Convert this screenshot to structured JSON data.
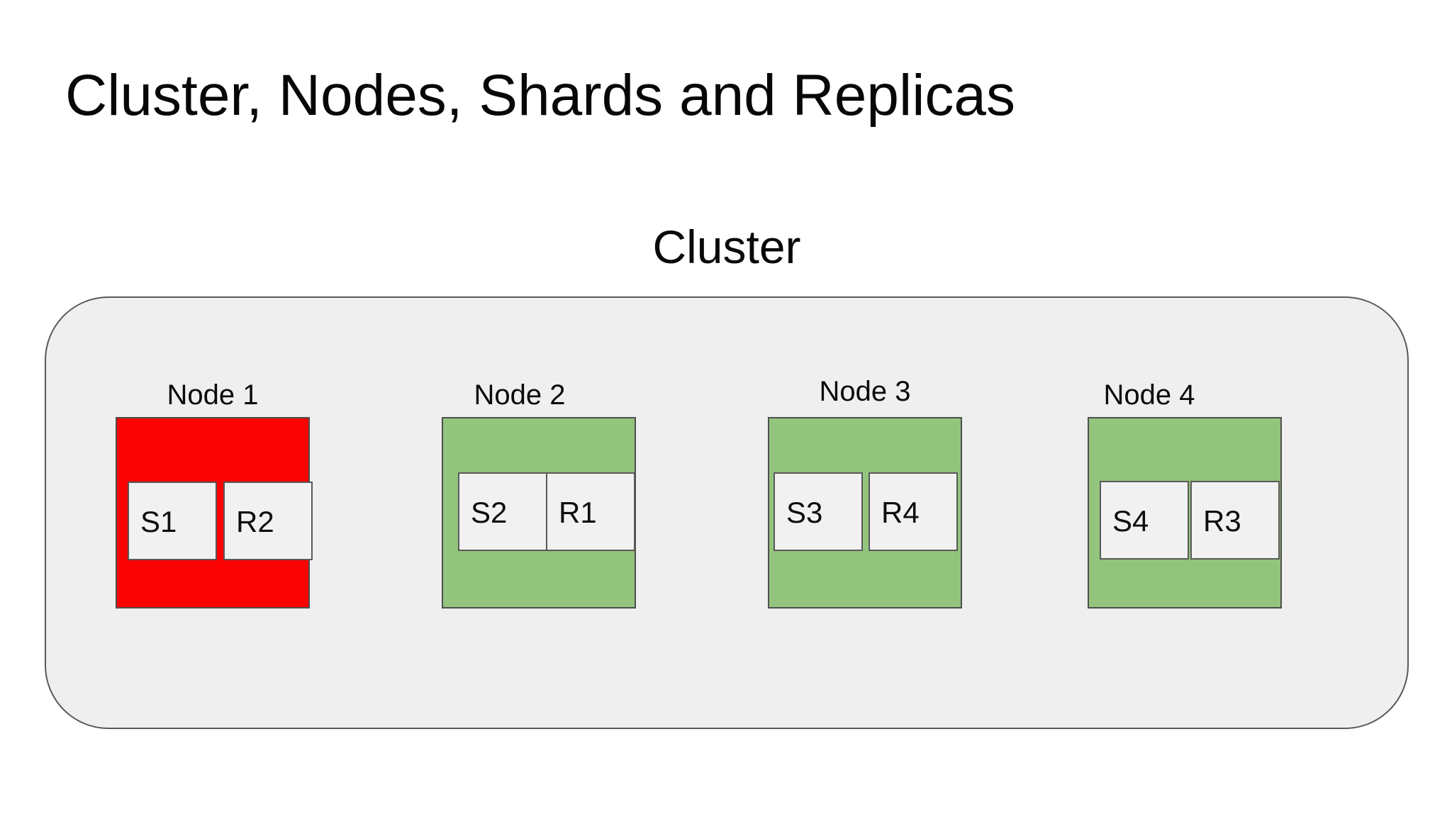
{
  "slide": {
    "title": "Cluster, Nodes, Shards and Replicas"
  },
  "cluster": {
    "label": "Cluster",
    "fill": "#efefef",
    "border_color": "#595959",
    "tile_fill": "#f1f1f1",
    "tile_border_color": "#595959",
    "nodes": [
      {
        "label": "Node 1",
        "fill": "#fb0303",
        "shard": "S1",
        "replica": "R2"
      },
      {
        "label": "Node 2",
        "fill": "#93c47d",
        "shard": "S2",
        "replica": "R1"
      },
      {
        "label": "Node 3",
        "fill": "#93c47d",
        "shard": "S3",
        "replica": "R4"
      },
      {
        "label": "Node 4",
        "fill": "#93c47d",
        "shard": "S4",
        "replica": "R3"
      }
    ]
  }
}
